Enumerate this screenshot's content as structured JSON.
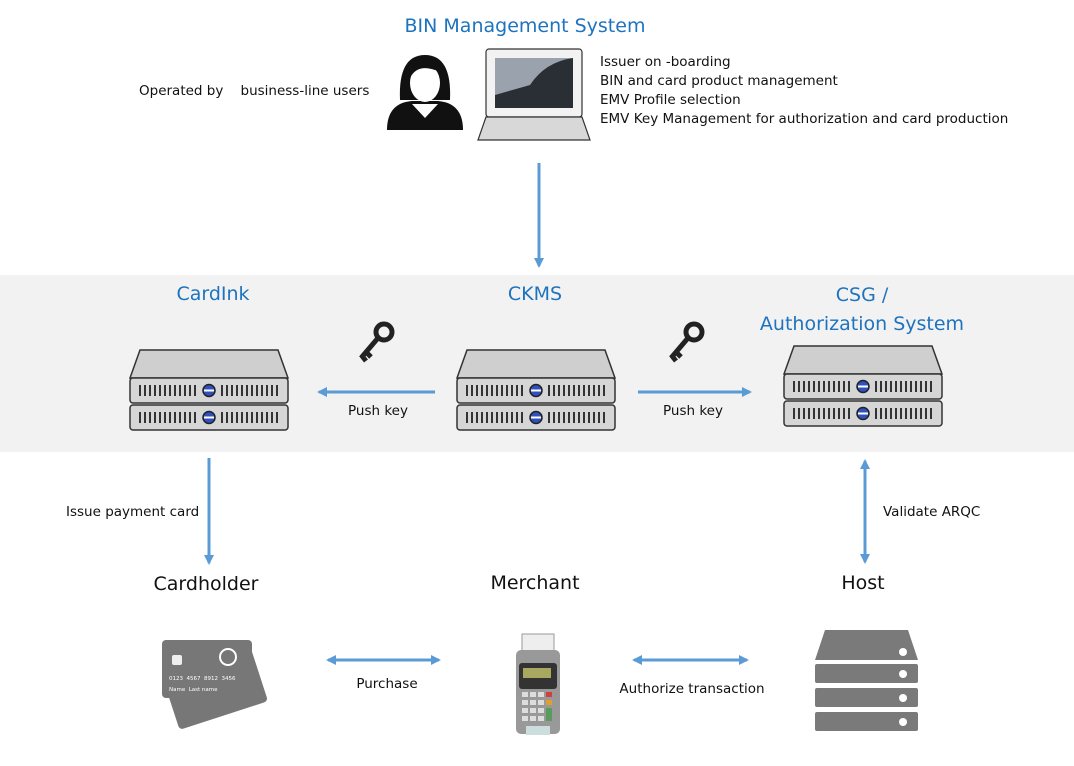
{
  "title": "BIN Management System",
  "operated_by": "Operated by    business-line users",
  "features": [
    "Issuer on -boarding",
    "BIN and card product management",
    "EMV  Profile selection",
    "EMV Key Management for authorization and card production"
  ],
  "systems": {
    "cardink": "CardInk",
    "ckms": "CKMS",
    "csg_line1": "CSG /",
    "csg_line2": "Authorization System"
  },
  "edges": {
    "push_key_left": "Push key",
    "push_key_right": "Push key",
    "issue_card": "Issue payment card",
    "validate_arqc": "Validate ARQC",
    "purchase": "Purchase",
    "authorize": "Authorize transaction"
  },
  "parties": {
    "cardholder": "Cardholder",
    "merchant": "Merchant",
    "host": "Host"
  },
  "card": {
    "number": "0123  4567  8912  3456",
    "name": "Name  Last name"
  },
  "colors": {
    "accent": "#1e73be",
    "arrow": "#5b9bd5",
    "band": "#f2f2f2"
  }
}
